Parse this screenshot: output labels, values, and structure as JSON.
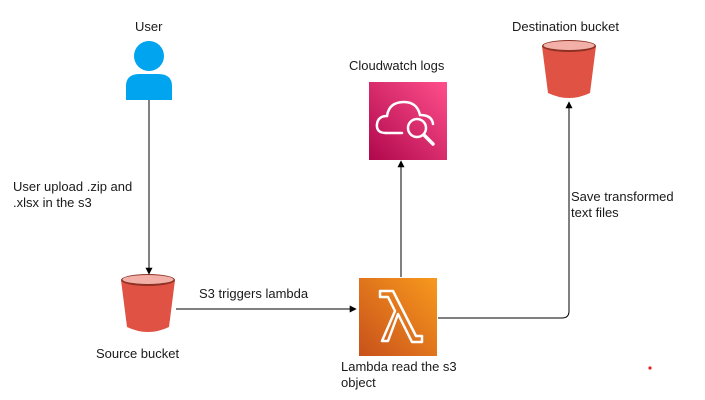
{
  "nodes": {
    "user": {
      "label": "User",
      "icon": "user-icon",
      "color": "#00A4EF"
    },
    "source_bucket": {
      "label": "Source bucket",
      "icon": "s3-bucket-icon",
      "color": "#E05243"
    },
    "lambda": {
      "label": "Lambda read the s3 object",
      "icon": "lambda-icon",
      "color": "#F58536"
    },
    "cloudwatch": {
      "label": "Cloudwatch logs",
      "icon": "cloudwatch-icon",
      "color": "#E7157B"
    },
    "destination_bucket": {
      "label": "Destination bucket",
      "icon": "s3-bucket-icon",
      "color": "#E05243"
    }
  },
  "edges": {
    "upload": {
      "label": "User upload .zip and .xlsx in the s3"
    },
    "trigger": {
      "label": "S3 triggers lambda"
    },
    "save": {
      "label": "Save transformed text files"
    }
  },
  "colors": {
    "line": "#000000",
    "dot": "#E02020"
  }
}
